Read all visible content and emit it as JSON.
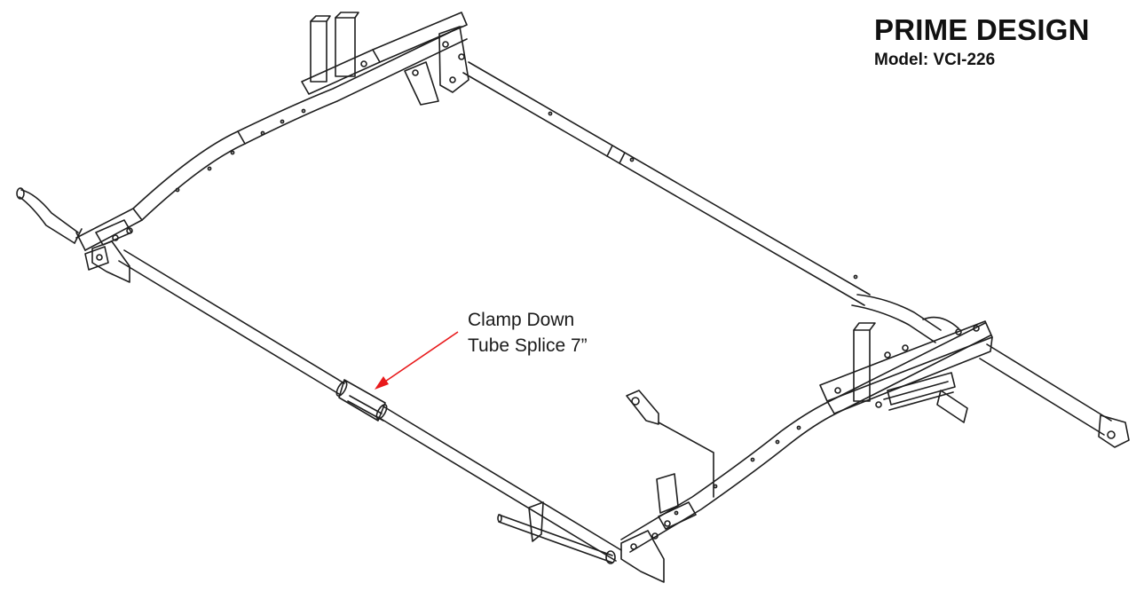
{
  "brand": {
    "title": "PRIME DESIGN",
    "model_label": "Model: VCI-226"
  },
  "callout": {
    "line1": "Clamp Down",
    "line2": "Tube Splice 7”",
    "arrow_color": "#e8191b"
  },
  "colors": {
    "line": "#1e1e1e",
    "background": "#ffffff"
  }
}
